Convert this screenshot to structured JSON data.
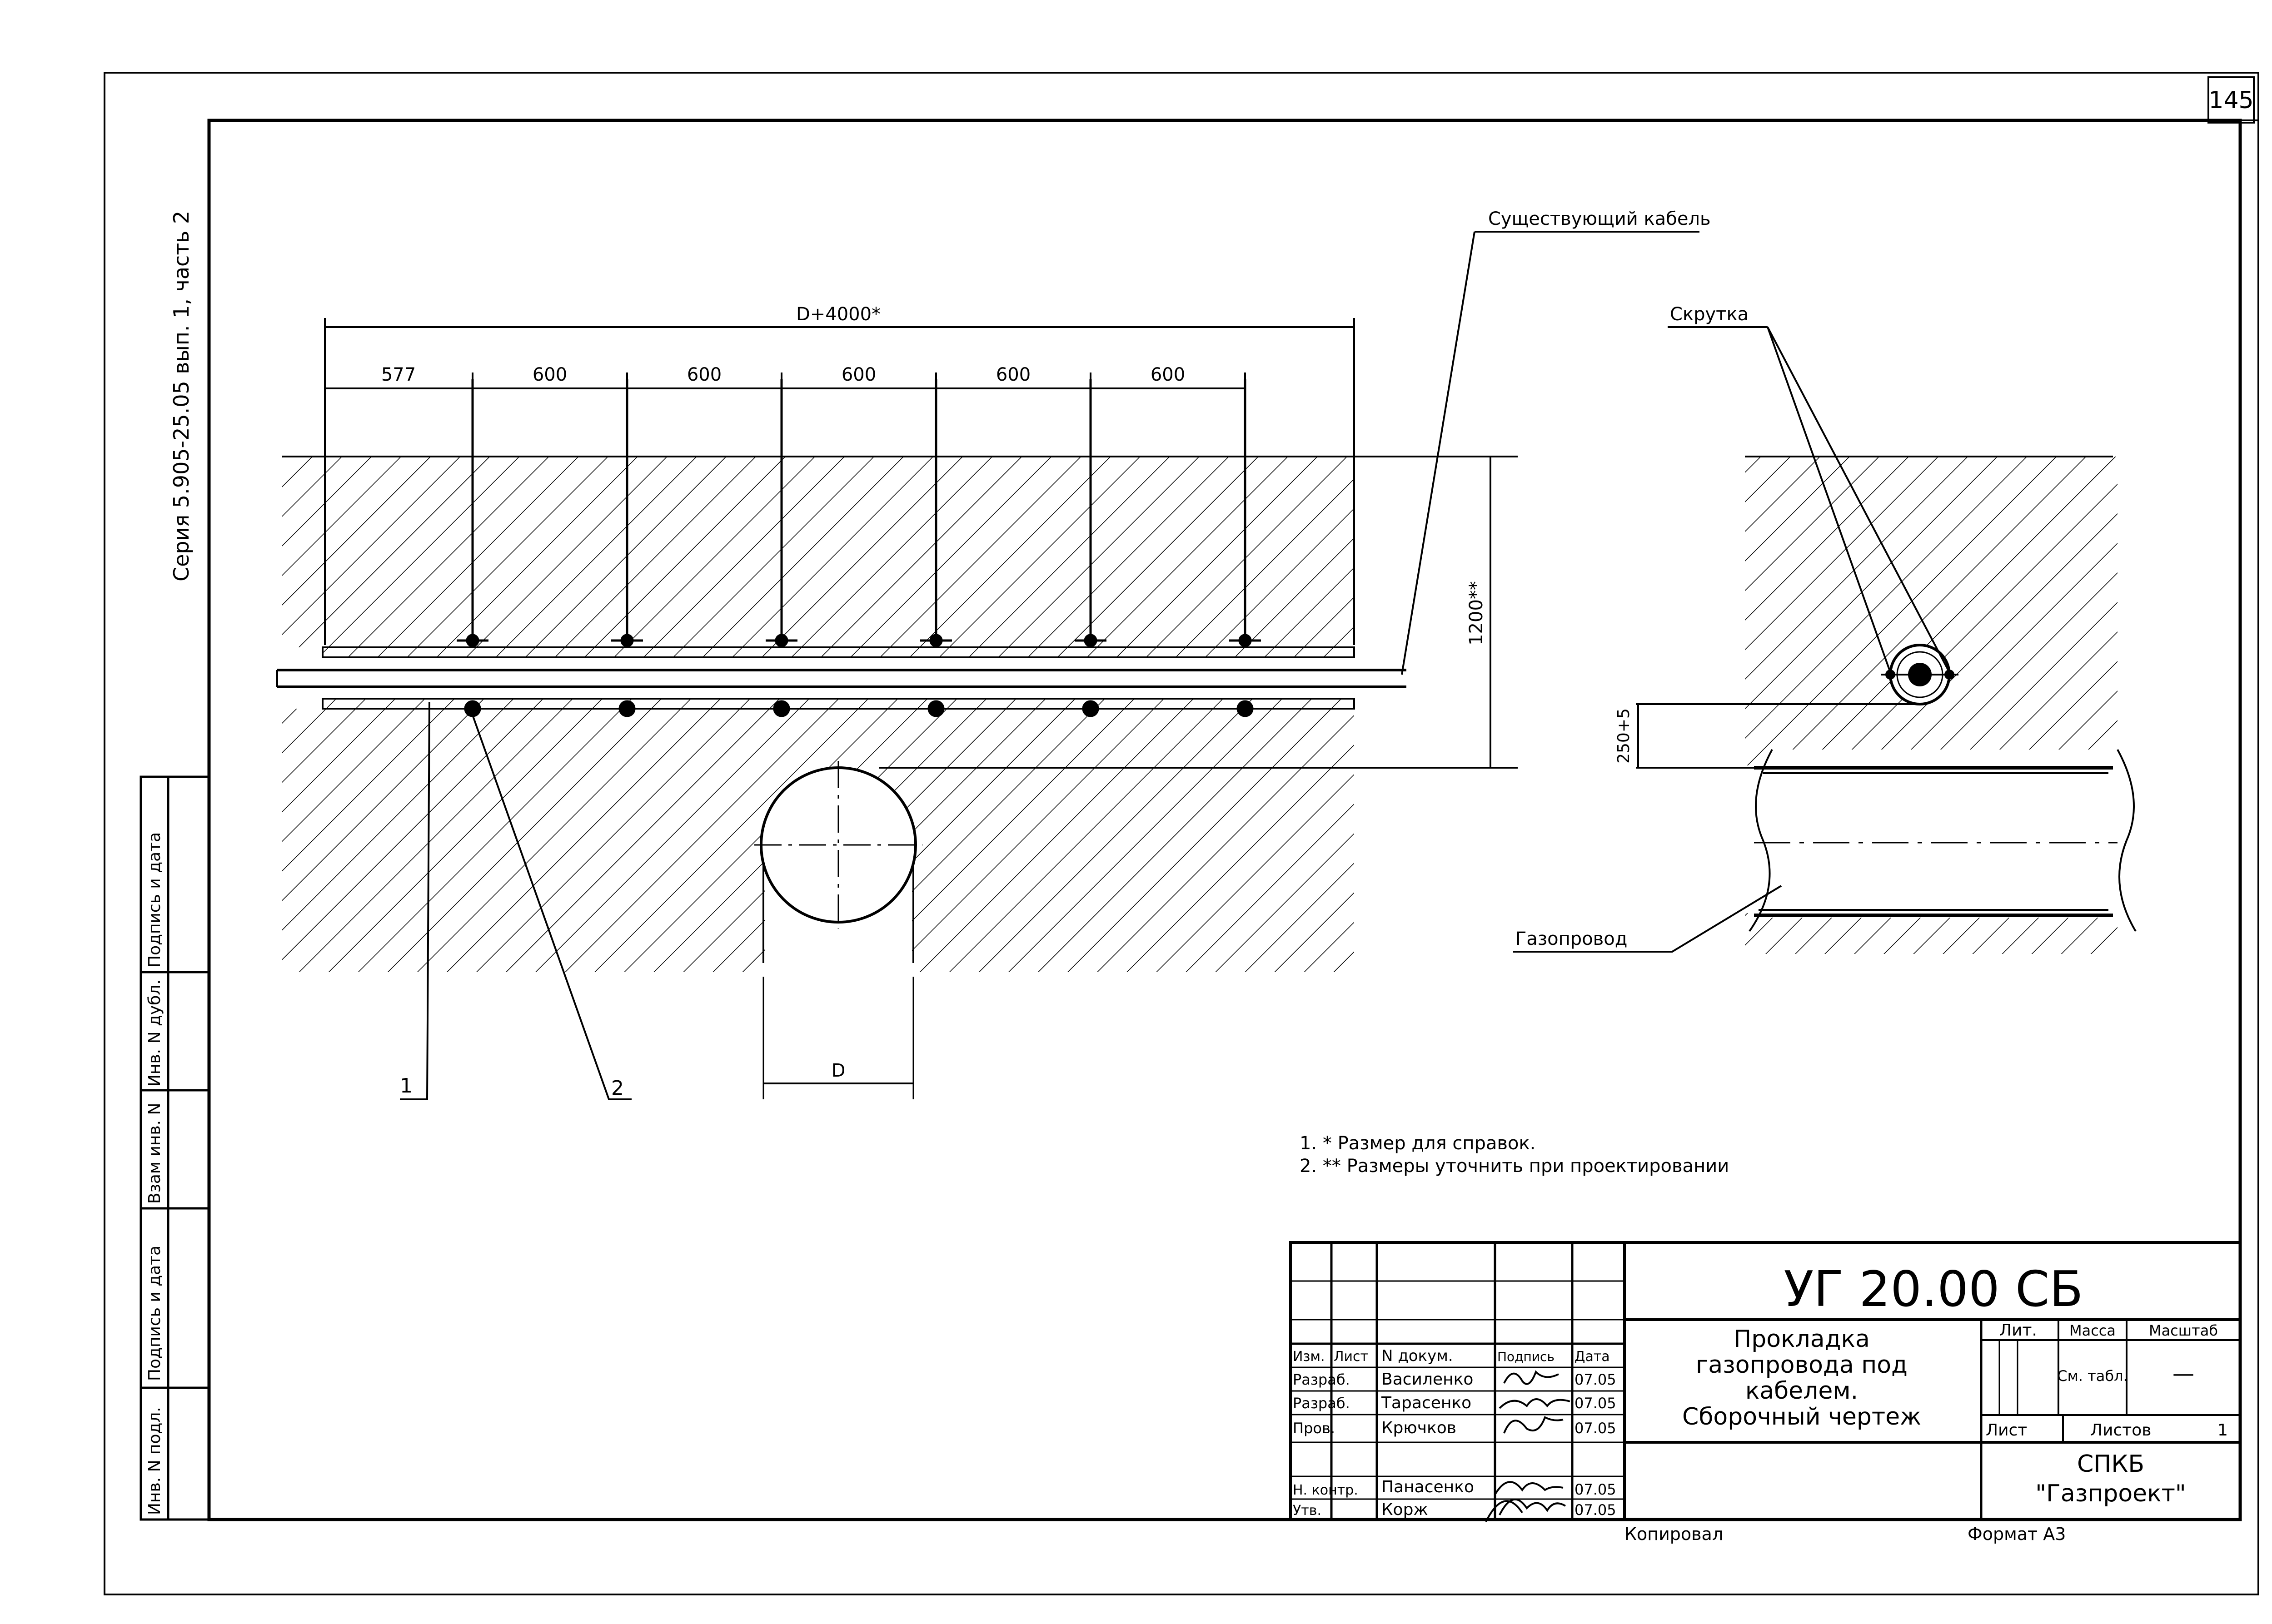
{
  "sheet": {
    "page_number": "145",
    "series_text": "Серия 5.905-25.05 вып. 1, часть 2",
    "side_stamp": [
      "Инв. N подл.",
      "Подпись и дата",
      "Взам инв. N",
      "Инв. N дубл.",
      "Подпись и дата"
    ]
  },
  "labels": {
    "existing_cable": "Существующий кабель",
    "twist": "Скрутка",
    "gas_pipe": "Газопровод",
    "callout_1": "1",
    "callout_2": "2"
  },
  "dimensions": {
    "total_length": "D+4000*",
    "segments": [
      "577",
      "600",
      "600",
      "600",
      "600",
      "600"
    ],
    "depth": "1200**",
    "offset": "250+5",
    "diameter": "D"
  },
  "notes": [
    "1. * Размер для справок.",
    "2. ** Размеры уточнить при проектировании"
  ],
  "title_block": {
    "doc_code": "УГ 20.00 СБ",
    "title_lines": [
      "Прокладка",
      "газопровода под",
      "кабелем.",
      "Сборочный чертеж"
    ],
    "header": [
      "Изм.",
      "Лист",
      "N докум.",
      "Подпись",
      "Дата"
    ],
    "rows": [
      {
        "role": "Разраб.",
        "name": "Василенко",
        "date": "07.05"
      },
      {
        "role": "Разраб.",
        "name": "Тарасенко",
        "date": "07.05"
      },
      {
        "role": "Пров.",
        "name": "Крючков",
        "date": "07.05"
      },
      {
        "role": "Н. контр.",
        "name": "Панасенко",
        "date": "07.05"
      },
      {
        "role": "Утв.",
        "name": "Корж",
        "date": "07.05"
      }
    ],
    "lit_label": "Лит.",
    "mass_label": "Масса",
    "scale_label": "Масштаб",
    "mass_value": "См. табл.",
    "scale_value": "—",
    "sheet_label": "Лист",
    "sheets_label": "Листов",
    "sheets_value": "1",
    "org_line1": "СПКБ",
    "org_line2": "\"Газпроект\""
  },
  "footer": {
    "copied": "Копировал",
    "format": "Формат А3"
  }
}
